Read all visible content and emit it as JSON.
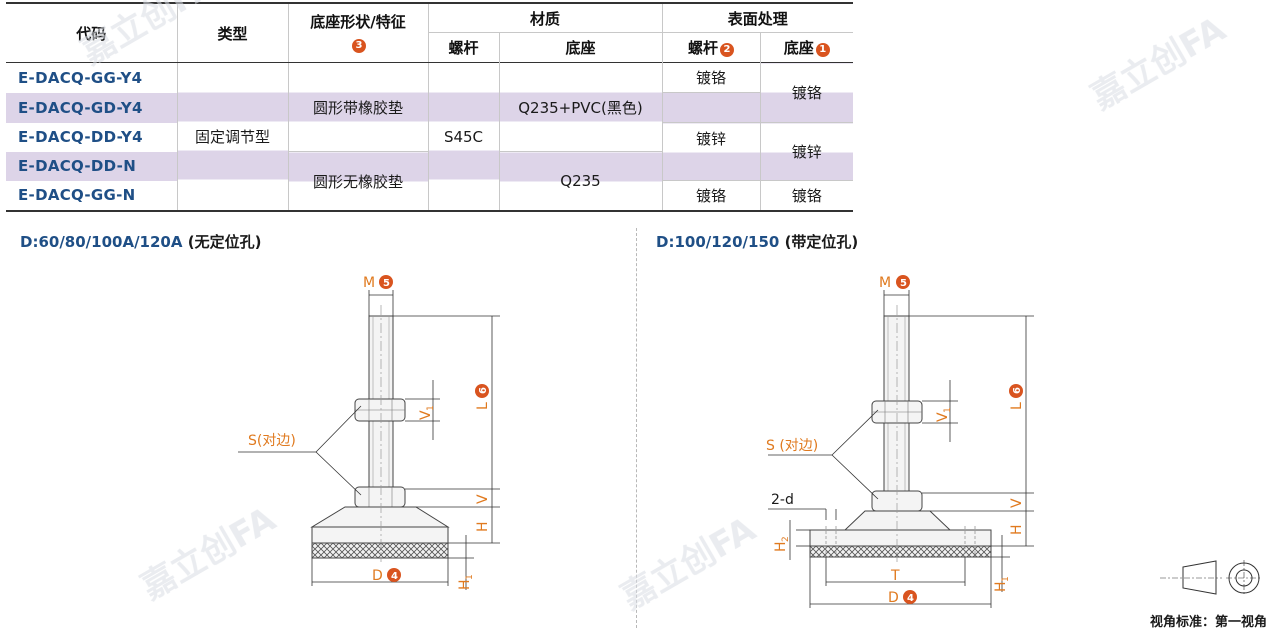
{
  "table": {
    "headers": {
      "code": "代码",
      "type": "类型",
      "base_shape": "底座形状/特征",
      "base_shape_badge": "3",
      "material": "材质",
      "surface": "表面处理",
      "bolt": "螺杆",
      "base": "底座",
      "surface_bolt": "螺杆",
      "surface_bolt_badge": "2",
      "surface_base": "底座",
      "surface_base_badge": "1"
    },
    "rows": [
      {
        "code": "E-DACQ-GG-Y4"
      },
      {
        "code": "E-DACQ-GD-Y4"
      },
      {
        "code": "E-DACQ-DD-Y4"
      },
      {
        "code": "E-DACQ-DD-N"
      },
      {
        "code": "E-DACQ-GG-N"
      }
    ],
    "type_value": "固定调节型",
    "shape_rubber": "圆形带橡胶垫",
    "shape_no_rubber": "圆形无橡胶垫",
    "bolt_material": "S45C",
    "base_material_pvc": "Q235+PVC(黑色)",
    "base_material_plain": "Q235",
    "bolt_chrome_top": "镀铬",
    "bolt_zinc": "镀锌",
    "bolt_chrome_bottom": "镀铬",
    "base_chrome_top": "镀铬",
    "base_zinc": "镀锌",
    "base_chrome_bottom": "镀铬"
  },
  "captions": {
    "left_main": "D:60/80/100A/120A",
    "left_note": "(无定位孔)",
    "right_main": "D:100/120/150",
    "right_note": "(带定位孔)"
  },
  "labels": {
    "M": "M",
    "M_badge": "5",
    "L": "L",
    "L_badge": "6",
    "V1": "V",
    "V1_sub": "1",
    "V": "V",
    "H": "H",
    "H1": "H",
    "H1_sub": "1",
    "H2": "H",
    "H2_sub": "2",
    "S_left": "S(对边)",
    "S_right": "S (对边)",
    "D": "D",
    "D_badge": "4",
    "T": "T",
    "two_d": "2-d"
  },
  "view_standard": "视角标准：第一视角",
  "watermark": "嘉立创FA",
  "colors": {
    "accent": "#d9541f",
    "code_blue": "#1f4f86",
    "stripe": "#ddd4e8",
    "dim_orange": "#e07a1f"
  }
}
